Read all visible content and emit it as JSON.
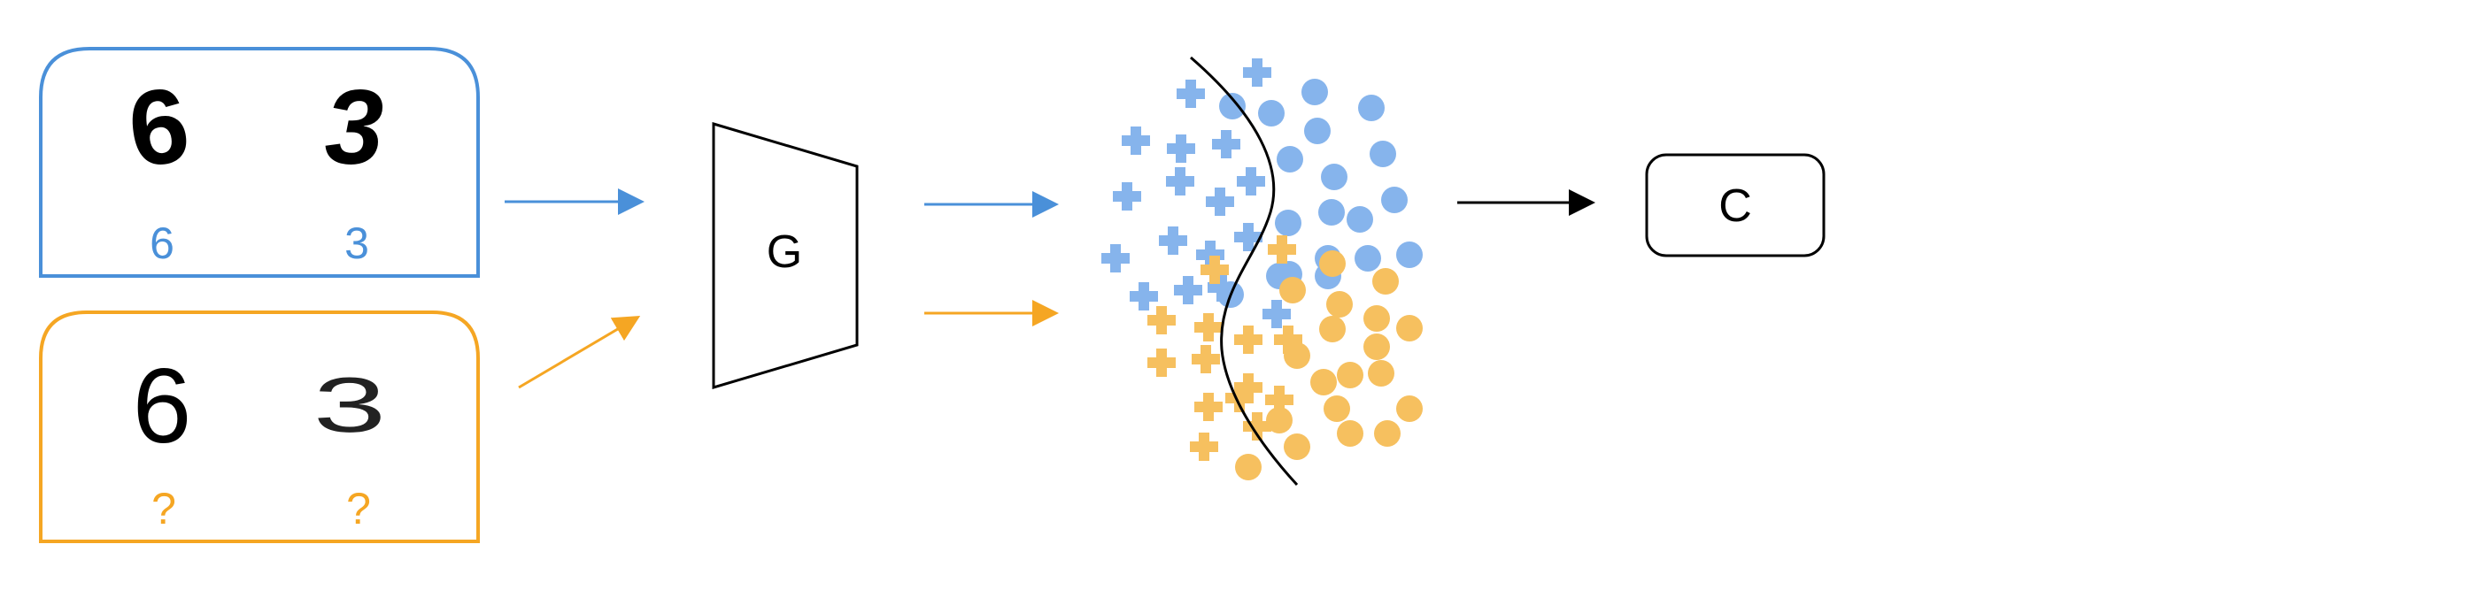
{
  "colors": {
    "source": "#4a90d9",
    "target": "#f5a623",
    "source_marker": "#86b4ec",
    "target_marker": "#f6c05f",
    "ink": "#000000"
  },
  "source_panel": {
    "labels": [
      "6",
      "3"
    ],
    "glyphs": [
      "6",
      "3"
    ]
  },
  "target_panel": {
    "labels": [
      "?",
      "?"
    ],
    "glyphs": [
      "6",
      "3"
    ]
  },
  "generator": {
    "label": "G"
  },
  "classifier": {
    "label": "C"
  }
}
